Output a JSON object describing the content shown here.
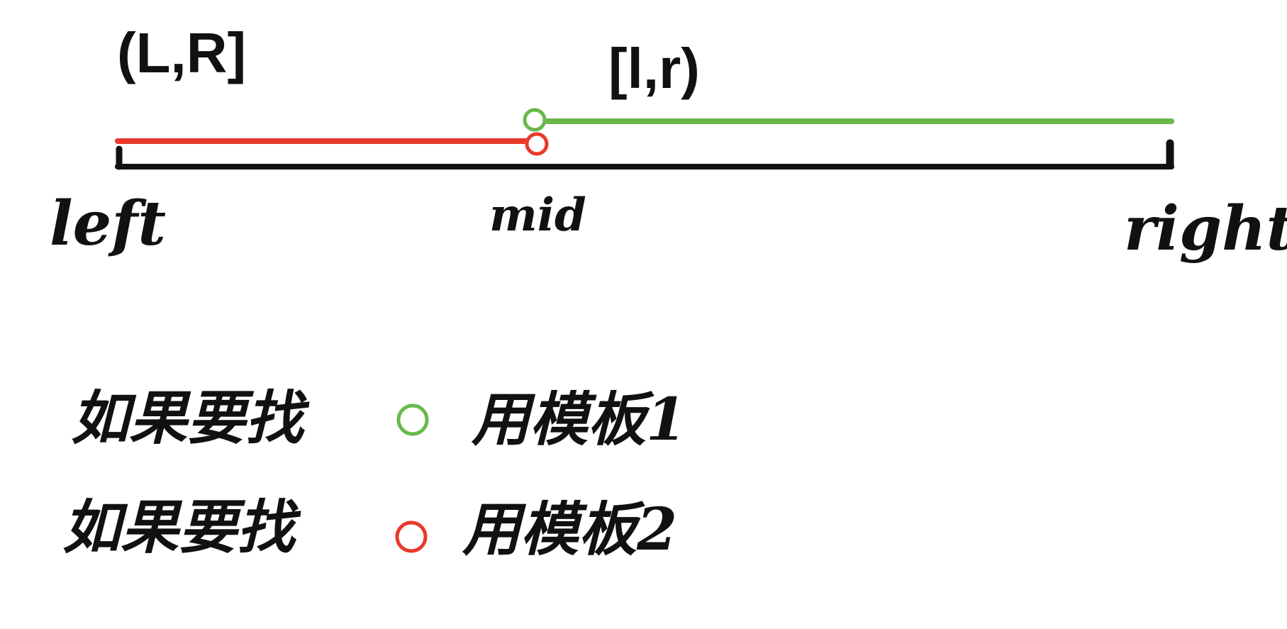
{
  "labels": {
    "red_interval": "(L,R]",
    "green_interval": "[l,r)",
    "left": "left",
    "mid": "mid",
    "right": "right"
  },
  "rules": [
    {
      "prefix": "如果要找",
      "marker_color": "#6ab84a",
      "suffix": "用模板1"
    },
    {
      "prefix": "如果要找",
      "marker_color": "#e8392b",
      "suffix": "用模板2"
    }
  ],
  "colors": {
    "red": "#e8392b",
    "green": "#6ab84a",
    "ink": "#111111",
    "background": "#ffffff"
  }
}
